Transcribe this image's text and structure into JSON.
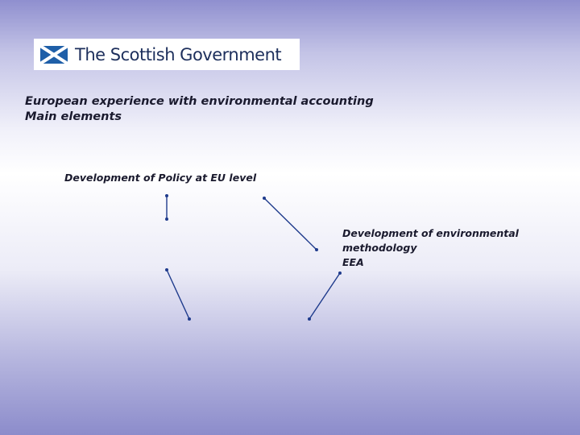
{
  "logo": {
    "text": "The Scottish Government",
    "flag_colors": {
      "field": "#1f5fa8",
      "saltire": "#ffffff"
    }
  },
  "title": {
    "line1": "European experience with environmental accounting",
    "line2": "Main elements"
  },
  "nodes": {
    "policy": {
      "line1": "Development of Policy at EU level"
    },
    "methodology": {
      "line1": "Development of environmental",
      "line2": "methodology",
      "line3": "EEA"
    }
  },
  "colors": {
    "text": "#1a1a2e",
    "arrow": "#1f3b8c",
    "logo_text": "#1d2f5c"
  }
}
